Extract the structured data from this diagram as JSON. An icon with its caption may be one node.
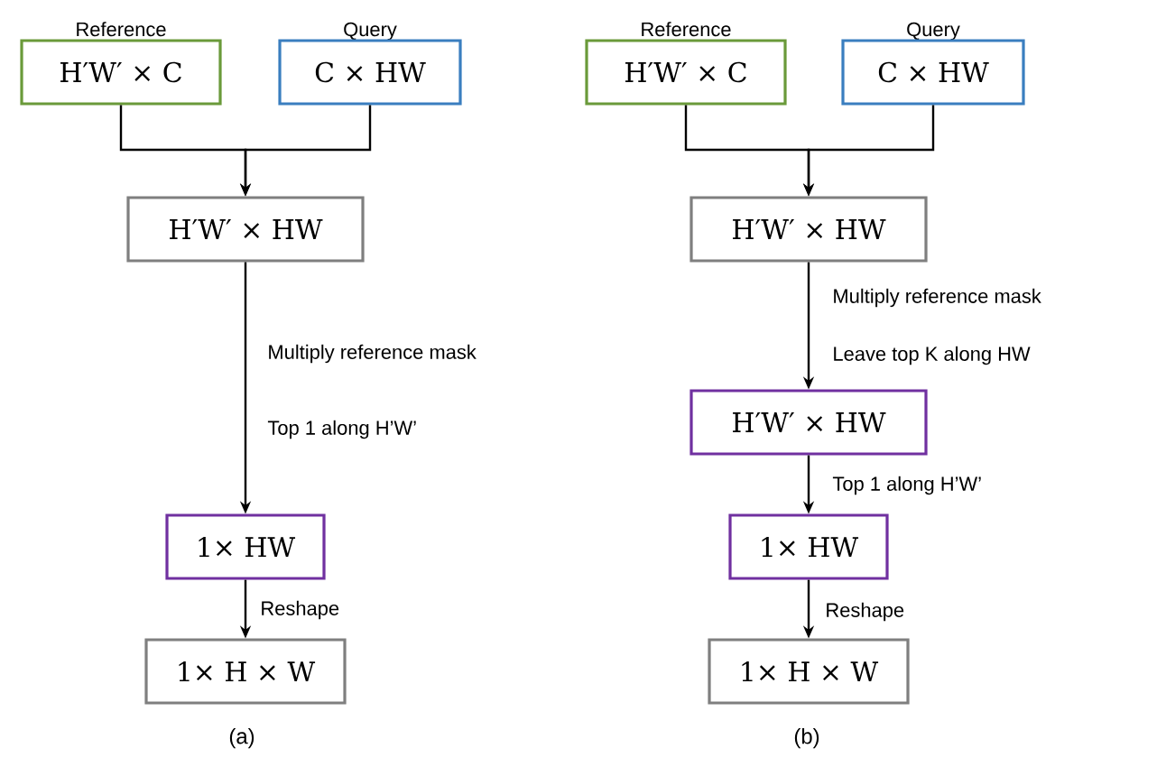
{
  "diagram": {
    "nodes": [
      {
        "text": [
          "Reference",
          "H′W′ × C"
        ]
      },
      {
        "text": [
          "Query",
          "C × HW"
        ]
      },
      {
        "text": [
          "H′W′ × HW"
        ]
      },
      {
        "text": [
          "1× HW"
        ]
      },
      {
        "text": [
          "1× H × W"
        ]
      },
      {
        "text": [
          "Reference",
          "H′W′ × C"
        ]
      },
      {
        "text": [
          "Query",
          "C × HW"
        ]
      },
      {
        "text": [
          "H′W′ × HW"
        ]
      },
      {
        "text": [
          "H′W′ × HW"
        ]
      },
      {
        "text": [
          "1× HW"
        ]
      },
      {
        "text": [
          "1× H × W"
        ]
      }
    ],
    "edges": [
      {
        "from": 0,
        "to": 2,
        "arrow": "to"
      },
      {
        "from": 1,
        "to": 2,
        "arrow": "to"
      },
      {
        "from": 2,
        "to": 3,
        "arrow": "to",
        "label": "Multiply reference mask"
      },
      {
        "from": 3,
        "to": 4,
        "arrow": "to",
        "label": "Reshape"
      },
      {
        "from": 5,
        "to": 7,
        "arrow": "to"
      },
      {
        "from": 6,
        "to": 7,
        "arrow": "to"
      },
      {
        "from": 7,
        "to": 8,
        "arrow": "to",
        "label": "Multiply reference mask"
      },
      {
        "from": 8,
        "to": 9,
        "arrow": "to",
        "label": "Top 1 along H’W’"
      },
      {
        "from": 9,
        "to": 10,
        "arrow": "to",
        "label": "Reshape"
      }
    ],
    "labels": [
      "Top 1 along H’W’",
      "(a)",
      "Leave top K along HW",
      "(b)"
    ]
  }
}
